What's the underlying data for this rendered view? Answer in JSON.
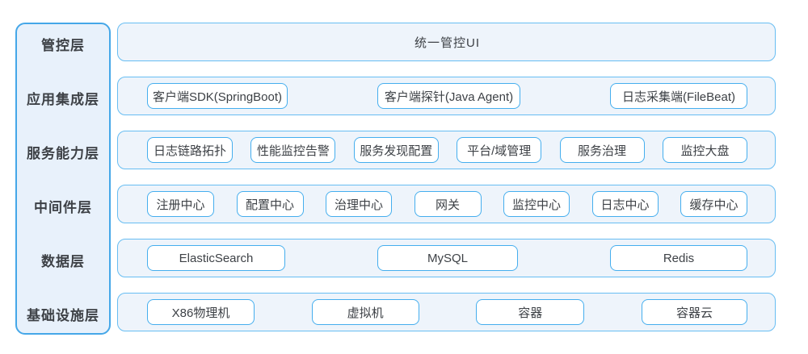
{
  "colors": {
    "sidebar_border": "#45a7e8",
    "sidebar_fill": "#e8f1fb",
    "row_border": "#67bdf2",
    "row_fill": "#eef4fb",
    "node_border": "#45aeee",
    "node_fill": "#ffffff",
    "text": "#3d4146"
  },
  "layers": [
    {
      "name": "管控层",
      "banner": "统一管控UI"
    },
    {
      "name": "应用集成层",
      "items": [
        "客户端SDK(SpringBoot)",
        "客户端探针(Java Agent)",
        "日志采集端(FileBeat)"
      ]
    },
    {
      "name": "服务能力层",
      "items": [
        "日志链路拓扑",
        "性能监控告警",
        "服务发现配置",
        "平台/域管理",
        "服务治理",
        "监控大盘"
      ]
    },
    {
      "name": "中间件层",
      "items": [
        "注册中心",
        "配置中心",
        "治理中心",
        "网关",
        "监控中心",
        "日志中心",
        "缓存中心"
      ]
    },
    {
      "name": "数据层",
      "items": [
        "ElasticSearch",
        "MySQL",
        "Redis"
      ]
    },
    {
      "name": "基础设施层",
      "items": [
        "X86物理机",
        "虚拟机",
        "容器",
        "容器云"
      ]
    }
  ]
}
